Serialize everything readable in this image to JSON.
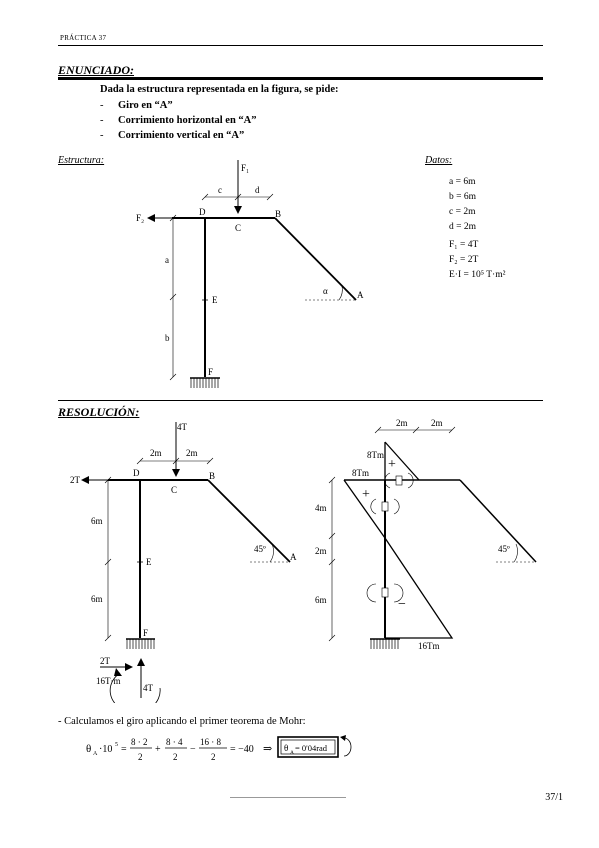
{
  "header": {
    "running_title": "PRÁCTICA 37"
  },
  "enunciado": {
    "title": "ENUNCIADO:",
    "intro": "Dada la estructura representada en la figura, se pide:",
    "items": [
      "Giro en “A”",
      "Corrimiento horizontal en “A”",
      "Corrimiento vertical en “A”"
    ],
    "bullet": "-"
  },
  "estructura": {
    "label": "Estructura:",
    "F1": "F₁",
    "F2": "F₂",
    "c": "c",
    "d": "d",
    "D": "D",
    "C": "C",
    "B": "B",
    "A": "A",
    "E": "E",
    "F": "F",
    "a": "a",
    "b": "b",
    "alpha": "α"
  },
  "datos": {
    "label": "Datos:",
    "values": [
      "a = 6m",
      "b = 6m",
      "c = 2m",
      "d = 2m"
    ],
    "loads": [
      "F₁ = 4T",
      "F₂ = 2T",
      "E·I = 10⁵ T·m²"
    ]
  },
  "resolucion": {
    "title": "RESOLUCIÓN:",
    "left": {
      "4T": "4T",
      "2m_a": "2m",
      "2m_b": "2m",
      "2T": "2T",
      "D": "D",
      "C": "C",
      "B": "B",
      "6m_a": "6m",
      "6m_b": "6m",
      "E": "E",
      "F": "F",
      "A": "A",
      "angle": "45º",
      "react_2T": "2T",
      "react_moment": "16T·m",
      "react_4T": "4T"
    },
    "right": {
      "2m_a": "2m",
      "2m_b": "2m",
      "8Tm_a": "8Tm",
      "8Tm_b": "8Tm",
      "4m": "4m",
      "2m": "2m",
      "6m": "6m",
      "16Tm": "16Tm",
      "angle": "45º",
      "plus": "+",
      "minus": "−"
    }
  },
  "calc": {
    "intro": "- Calculamos el giro aplicando el primer teorema de Mohr:",
    "lhs": "θ",
    "sub": "A",
    "factor": "·10",
    "exp": "5",
    "t1n": "8 · 2",
    "t1d": "2",
    "t2n": "8 · 4",
    "t2d": "2",
    "t3n": "16 · 8",
    "t3d": "2",
    "result": "= −40",
    "arrow": "⇒",
    "boxed": "θ",
    "boxed_sub": "A",
    "boxed_val": " = 0'04rad"
  },
  "footer": {
    "page": "37/1"
  }
}
